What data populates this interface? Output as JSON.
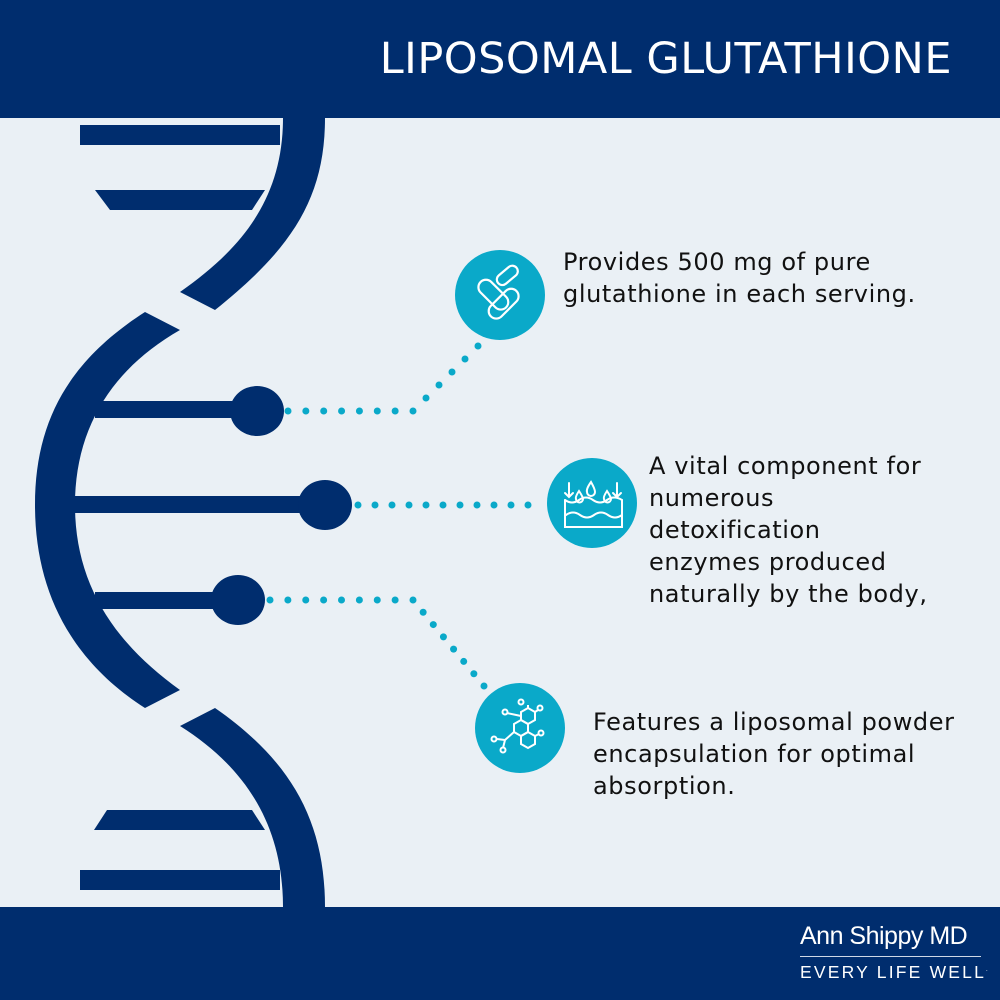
{
  "header": {
    "title": "LIPOSOMAL GLUTATHIONE"
  },
  "features": [
    {
      "icon": "capsules-icon",
      "text": "Provides 500 mg of pure glutathione in each serving."
    },
    {
      "icon": "water-detox-icon",
      "text": "A vital component for numerous detoxification enzymes produced naturally by the body,"
    },
    {
      "icon": "molecule-icon",
      "text": "Features a liposomal powder encapsulation for optimal absorption."
    }
  ],
  "footer": {
    "brand": "Ann Shippy MD",
    "tagline": "EVERY LIFE WELL",
    "tagline_mark": "."
  },
  "colors": {
    "navy": "#002d6e",
    "teal": "#0aa9c9",
    "background": "#eaf0f5"
  }
}
